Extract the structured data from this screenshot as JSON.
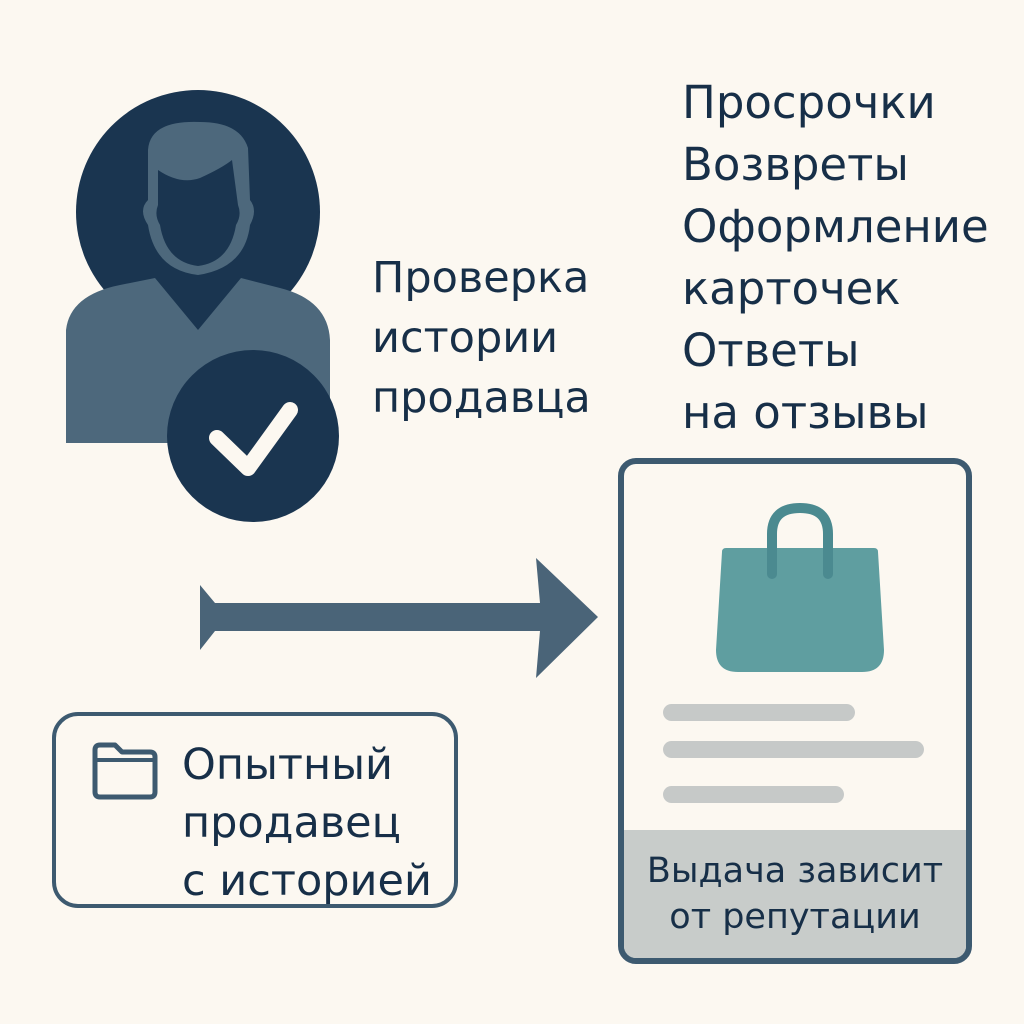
{
  "seller_check": {
    "lines": [
      "Проверка",
      "истории",
      "продавца"
    ]
  },
  "issues": {
    "lines": [
      "Просрочки",
      "Возвреты",
      "Оформление",
      "карточек",
      "Ответы",
      "на отзывы"
    ]
  },
  "experienced_seller": {
    "lines": [
      "Опытный",
      "продавец",
      "с историей"
    ],
    "icon": "folder-icon"
  },
  "result_card": {
    "icon": "shopping-bag-icon",
    "footer_lines": [
      "Выдача зависит",
      "от репутации"
    ]
  },
  "colors": {
    "background": "#fcf8f1",
    "navy": "#1a3550",
    "slate": "#4a6478",
    "teal": "#5f9ea0",
    "gray": "#c8ccca"
  }
}
